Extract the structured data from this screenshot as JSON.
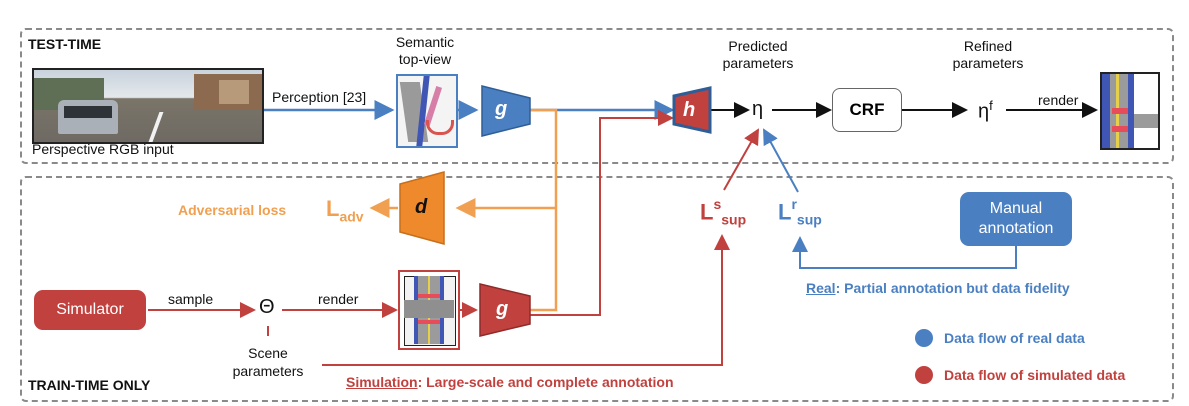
{
  "sections": {
    "test_time": "TEST-TIME",
    "train_time": "TRAIN-TIME ONLY"
  },
  "test_row": {
    "rgb_caption": "Perspective RGB input",
    "perception_label": "Perception [23]",
    "semantic_topview": "Semantic\ntop-view",
    "g_label": "g",
    "h_label": "h",
    "predicted_params": "Predicted\nparameters",
    "eta": "η",
    "crf_label": "CRF",
    "eta_f": "η",
    "eta_f_sup": "f",
    "refined_params": "Refined\nparameters",
    "render_label": "render"
  },
  "train_row": {
    "adversarial_loss": "Adversarial loss",
    "l_adv_main": "L",
    "l_adv_sub": "adv",
    "d_label": "d",
    "l_sup_s_main": "L",
    "l_sup_s_sup": "s",
    "l_sup_s_sub": "sup",
    "l_sup_r_main": "L",
    "l_sup_r_sup": "r",
    "l_sup_r_sub": "sup",
    "manual_annotation": "Manual\nannotation",
    "real_note_prefix": "Real",
    "real_note_rest": ": Partial annotation but data fidelity",
    "simulator_label": "Simulator",
    "sample_label": "sample",
    "theta": "Θ",
    "render_label": "render",
    "g_label": "g",
    "scene_params": "Scene\nparameters",
    "sim_note_prefix": "Simulation",
    "sim_note_rest": ": Large-scale and complete annotation"
  },
  "legend": {
    "real_flow": "Data flow of real data",
    "sim_flow": "Data flow of simulated data"
  },
  "colors": {
    "blue": "#4a7fc1",
    "red": "#c0413e",
    "orange": "#f0a050",
    "orange_node": "#ef8a2c",
    "gray": "#8a8a8a"
  }
}
